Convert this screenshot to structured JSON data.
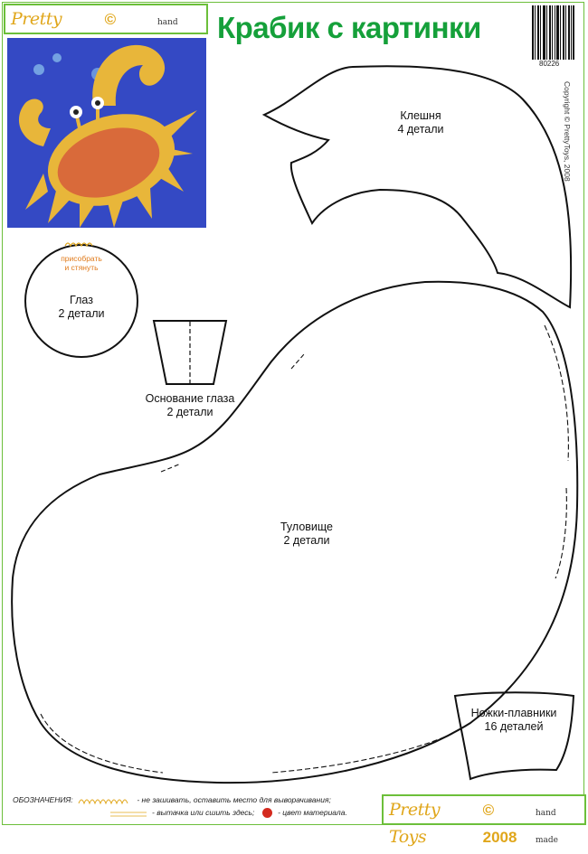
{
  "brand": {
    "name": "Pretty Toys",
    "year": "© 2008",
    "tagline": "hand made"
  },
  "title": "Крабик с картинки",
  "barcode_number": "80226",
  "copyright": "Copyright © PrettyToys, 2008",
  "photo_alt": "crab",
  "pieces": {
    "claw": {
      "name": "Клешня",
      "count": "4 детали"
    },
    "eye": {
      "name": "Глаз",
      "count": "2 детали",
      "note_line1": "присобрать",
      "note_line2": "и стянуть"
    },
    "eye_base": {
      "name": "Основание глаза",
      "count": "2 детали"
    },
    "body": {
      "name": "Туловище",
      "count": "2 детали"
    },
    "legs": {
      "name": "Ножки-плавники",
      "count": "16 деталей"
    }
  },
  "legend": {
    "title": "ОБОЗНАЧЕНИЯ:",
    "item1": "- не зашивать, оставить место  для выворачивания;",
    "item2": "- вытачка или сшить здесь;",
    "item3": "- цвет материала."
  },
  "colors": {
    "brand_green": "#6cbf3a",
    "brand_orange": "#e0a61a",
    "title_green": "#15a03a",
    "legend_dot": "#d42a1e"
  }
}
